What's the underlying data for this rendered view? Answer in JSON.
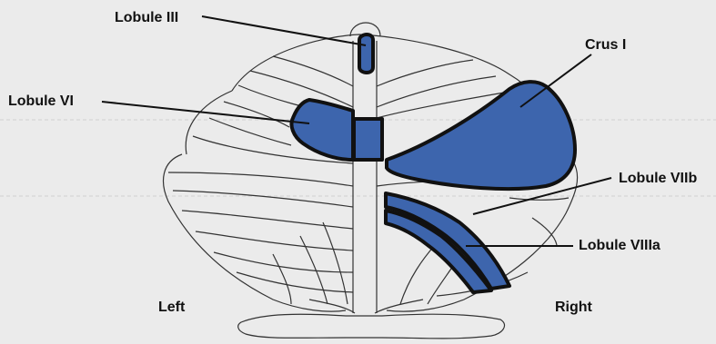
{
  "labels": {
    "lobule_iii": "Lobule III",
    "crus_i": "Crus I",
    "lobule_vi": "Lobule VI",
    "lobule_viib": "Lobule VIIb",
    "lobule_viiia": "Lobule VIIIa",
    "left": "Left",
    "right": "Right"
  },
  "colors": {
    "highlight_fill": "#3d65ad",
    "highlight_stroke": "#111111",
    "outline": "#333333",
    "background": "#ebebeb"
  }
}
